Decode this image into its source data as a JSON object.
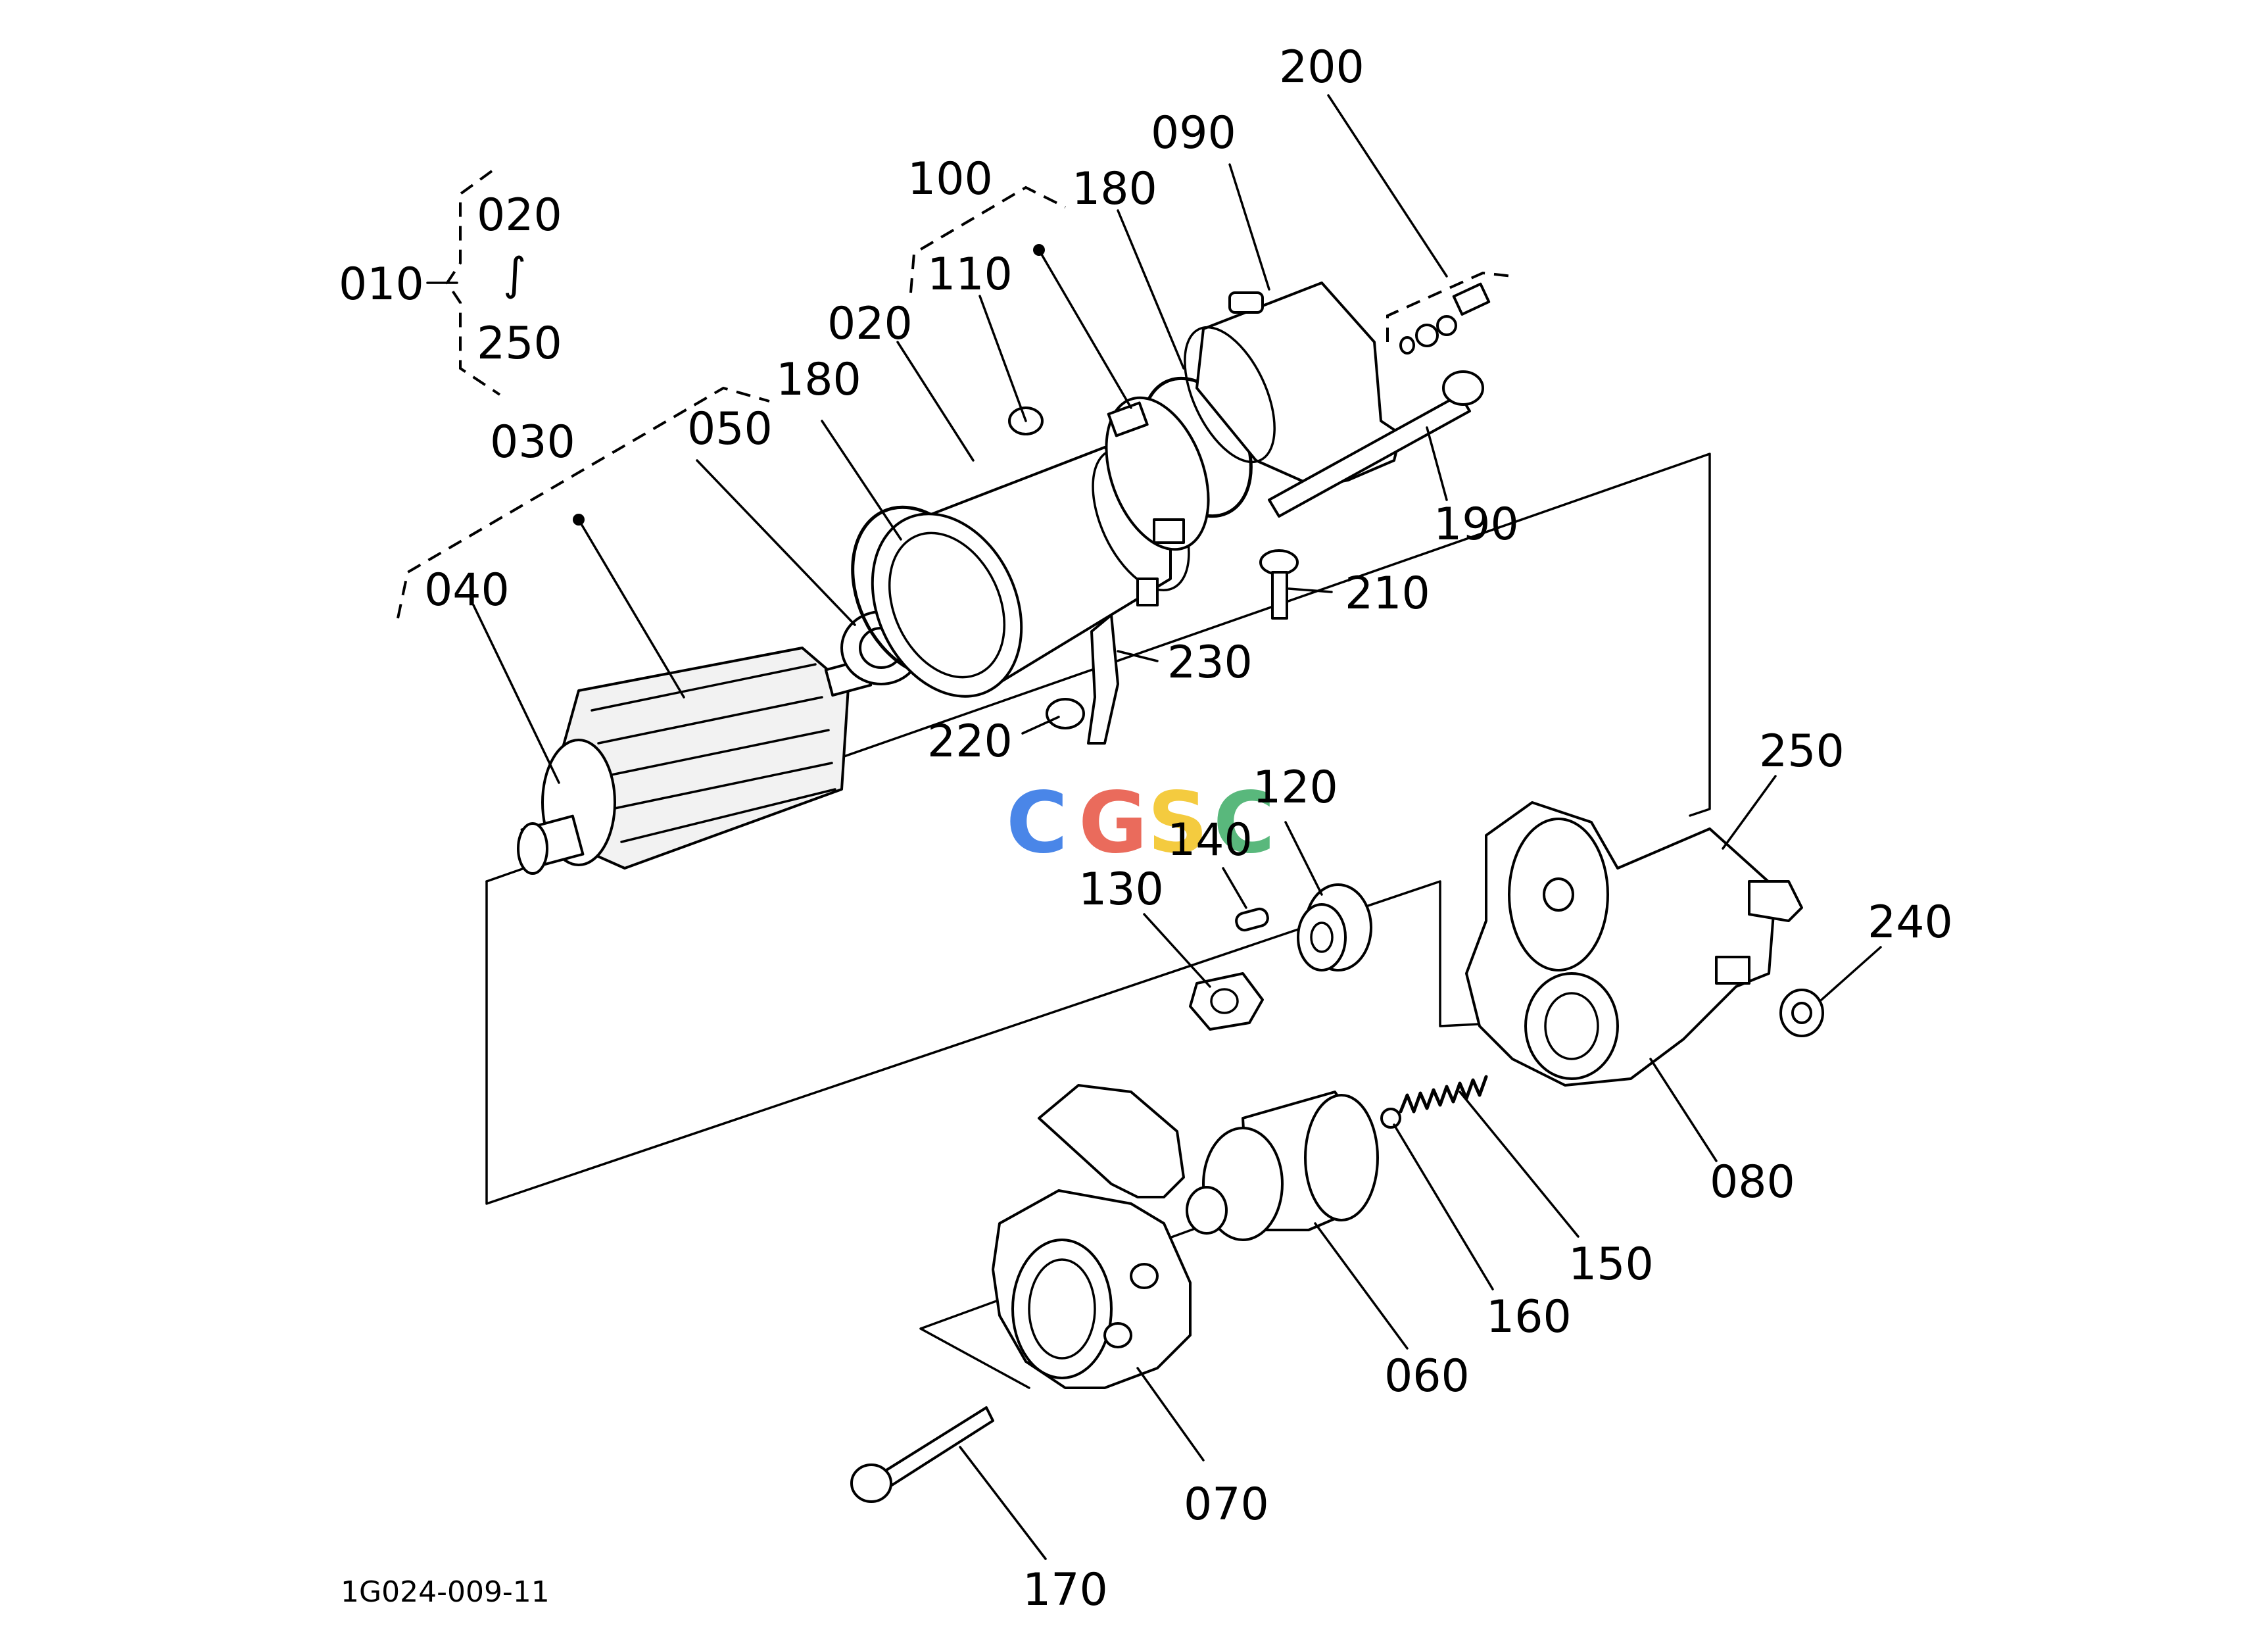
{
  "diagram": {
    "drawing_code": "1G024-009-11",
    "watermark": {
      "letters": [
        {
          "char": "C",
          "color": "#4a86e8"
        },
        {
          "char": "G",
          "color": "#ea6b5c"
        },
        {
          "char": "S",
          "color": "#f4cb3f"
        },
        {
          "char": "C",
          "color": "#59b87c"
        }
      ]
    },
    "assembly_bracket": {
      "parent": "010",
      "from": "020",
      "range_symbol": "∫",
      "to": "250"
    },
    "labels": {
      "p020": "020",
      "p030": "030",
      "p040": "040",
      "p050": "050",
      "p060": "060",
      "p070": "070",
      "p080": "080",
      "p090": "090",
      "p100": "100",
      "p110": "110",
      "p120": "120",
      "p130": "130",
      "p140": "140",
      "p150": "150",
      "p160": "160",
      "p170": "170",
      "p180a": "180",
      "p180b": "180",
      "p190": "190",
      "p200": "200",
      "p210": "210",
      "p220": "220",
      "p230": "230",
      "p240": "240",
      "p250": "250"
    }
  }
}
